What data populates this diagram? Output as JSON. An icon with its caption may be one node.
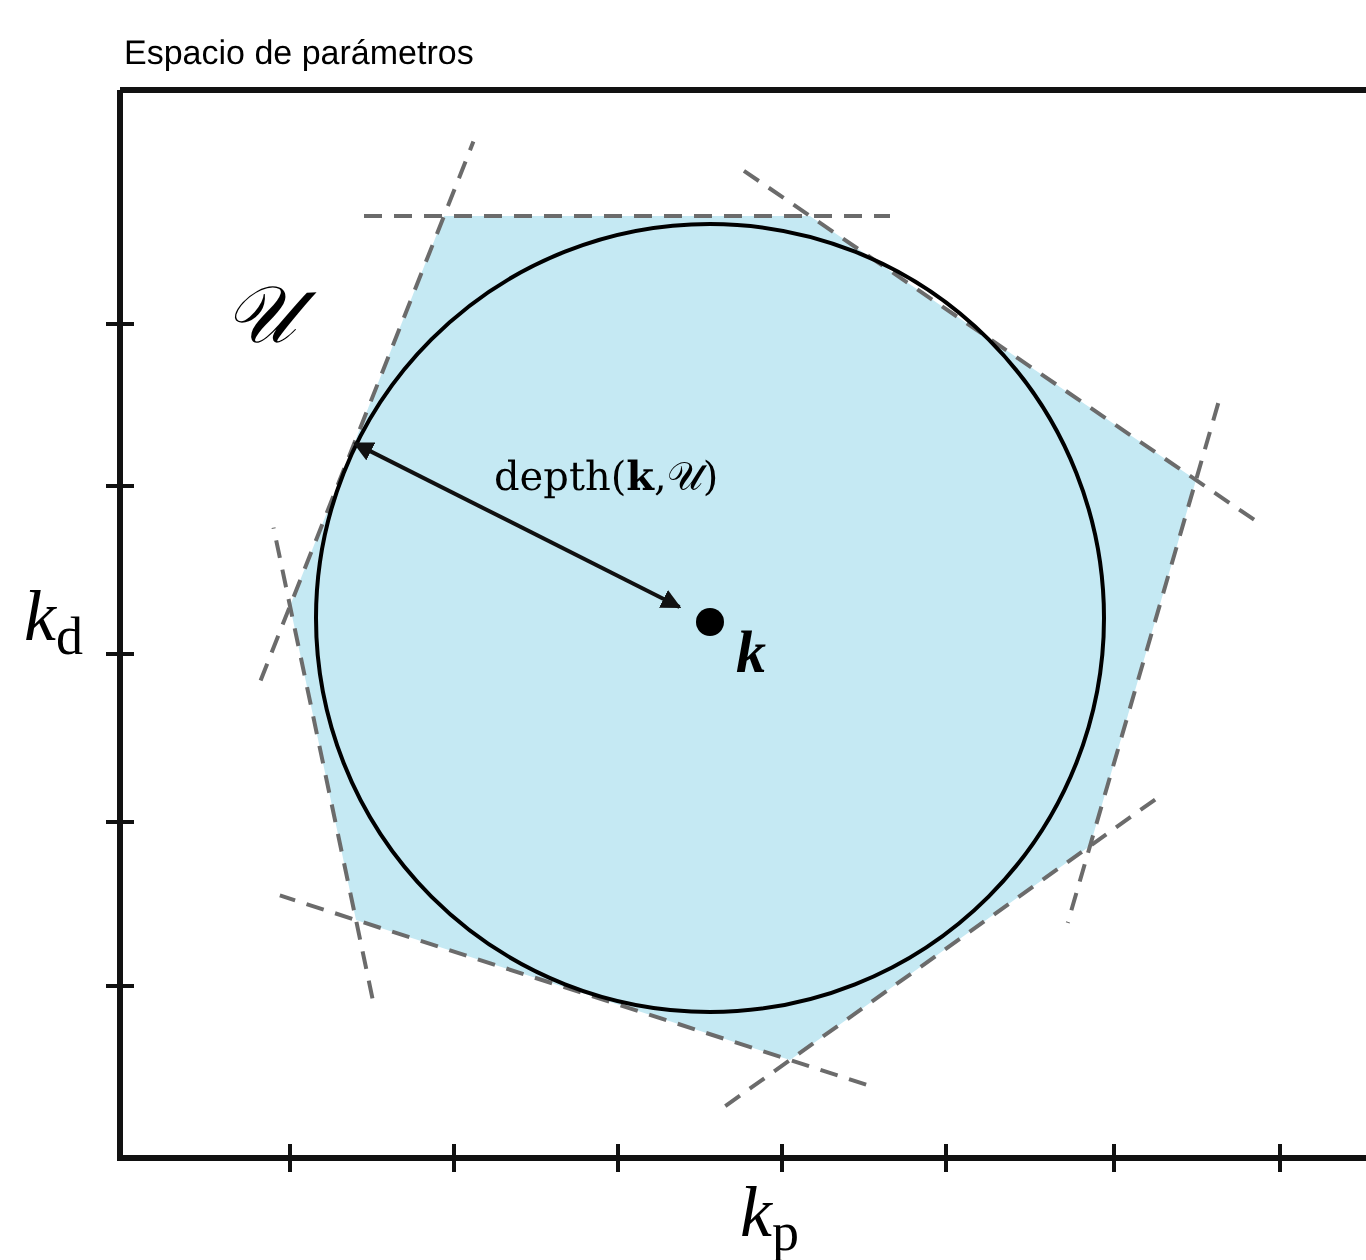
{
  "diagram": {
    "title": "Espacio de parámetros",
    "nodes": [
      {
        "text": [],
        "shape": "circle"
      },
      {
        "text": [],
        "shape": "circle",
        "in": 0,
        "beside": [
          "k"
        ]
      }
    ],
    "edges": [
      {
        "from": 0,
        "to": 1,
        "arrow": "both",
        "label": "depth(**k**,𝒰)"
      }
    ],
    "labels": [
      "𝒰",
      "*k*$_{d}$",
      "*k*$_{p}$"
    ]
  }
}
